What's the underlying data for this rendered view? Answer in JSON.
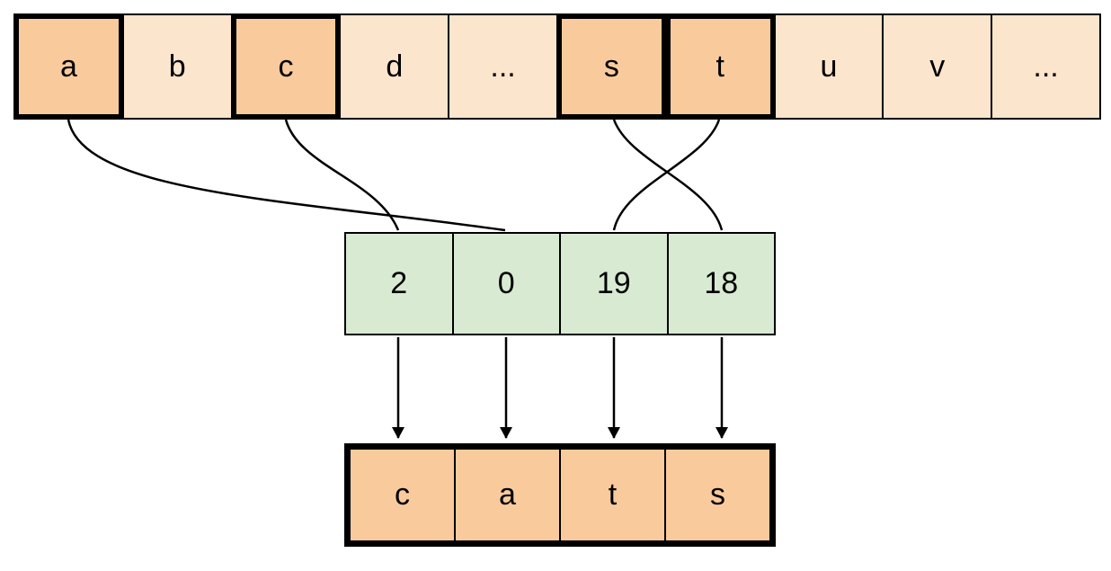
{
  "colors": {
    "cell_light": "#FCE5CD",
    "cell_highlight": "#F9CB9C",
    "cell_green": "#D9EAD3",
    "stroke": "#000000"
  },
  "alphabet_row": {
    "cells": [
      {
        "label": "a",
        "highlighted": true
      },
      {
        "label": "b",
        "highlighted": false
      },
      {
        "label": "c",
        "highlighted": true
      },
      {
        "label": "d",
        "highlighted": false
      },
      {
        "label": "...",
        "highlighted": false
      },
      {
        "label": "s",
        "highlighted": true
      },
      {
        "label": "t",
        "highlighted": true
      },
      {
        "label": "u",
        "highlighted": false
      },
      {
        "label": "v",
        "highlighted": false
      },
      {
        "label": "...",
        "highlighted": false
      }
    ]
  },
  "index_row": {
    "cells": [
      {
        "label": "2"
      },
      {
        "label": "0"
      },
      {
        "label": "19"
      },
      {
        "label": "18"
      }
    ]
  },
  "output_row": {
    "cells": [
      {
        "label": "c"
      },
      {
        "label": "a"
      },
      {
        "label": "t"
      },
      {
        "label": "s"
      }
    ]
  },
  "mappings": [
    {
      "from_letter": "c",
      "to_index": "2"
    },
    {
      "from_letter": "a",
      "to_index": "0"
    },
    {
      "from_letter": "t",
      "to_index": "19"
    },
    {
      "from_letter": "s",
      "to_index": "18"
    }
  ]
}
